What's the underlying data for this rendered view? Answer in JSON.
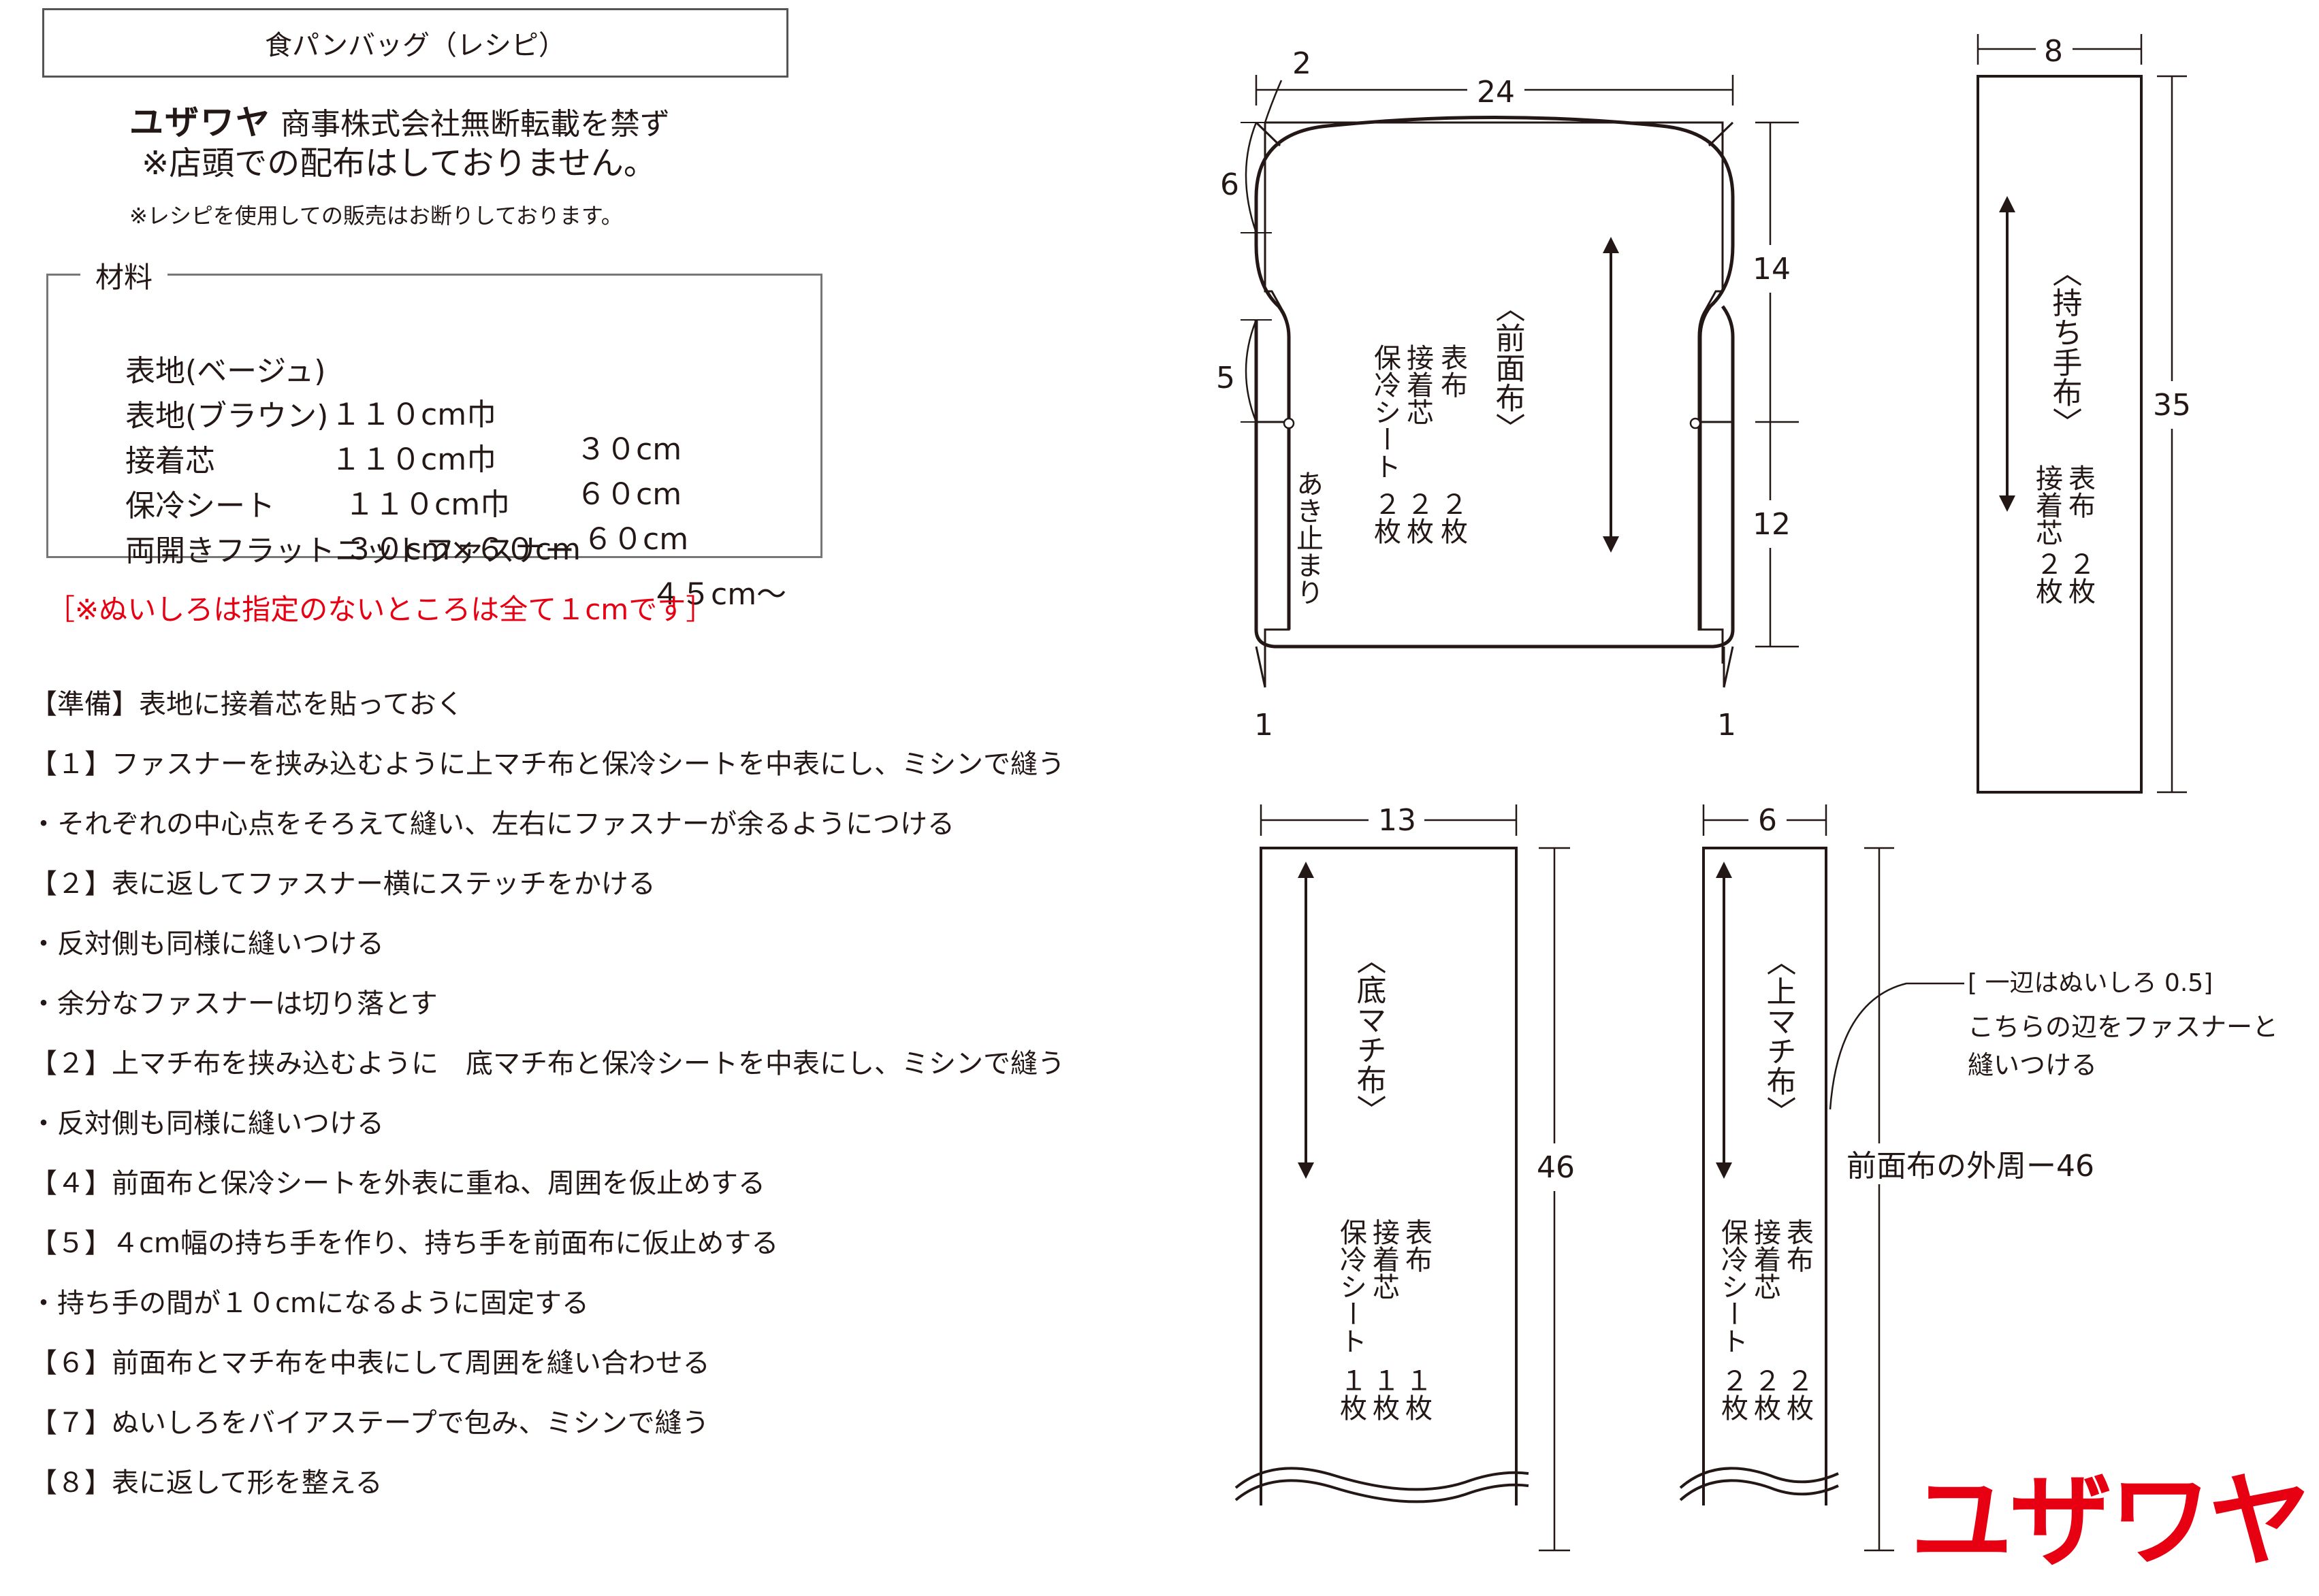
{
  "header": {
    "title": "食パンバッグ（レシピ）",
    "brand_inline": "ユザワヤ",
    "copyright_suffix": "商事株式会社無断転載を禁ず",
    "notice_distribution": "※店頭での配布はしておりません。",
    "notice_sales": "※レシピを使用しての販売はお断りしております。"
  },
  "materials": {
    "title": "材料",
    "items": [
      {
        "name": "表地(ベージュ)",
        "size": "１１０cm巾",
        "amount": "３０cm"
      },
      {
        "name": "表地(ブラウン)",
        "size": "１１０cm巾",
        "amount": "６０cm"
      },
      {
        "name": "接着芯",
        "size": "１１０cm巾",
        "amount": "６０cm"
      },
      {
        "name": "保冷シート",
        "size": "３０cm×６０cm",
        "amount": ""
      },
      {
        "name": "両開きフラットニットファスナー",
        "size": "４５cm～",
        "amount": ""
      }
    ]
  },
  "seam_note": "［※ぬいしろは指定のないところは全て１cmです］",
  "steps": [
    "【準備】表地に接着芯を貼っておく",
    "【１】ファスナーを挟み込むように上マチ布と保冷シートを中表にし、ミシンで縫う",
    "・それぞれの中心点をそろえて縫い、左右にファスナーが余るようにつける",
    "【２】表に返してファスナー横にステッチをかける",
    "・反対側も同様に縫いつける",
    "・余分なファスナーは切り落とす",
    "【２】上マチ布を挟み込むように　底マチ布と保冷シートを中表にし、ミシンで縫う",
    "・反対側も同様に縫いつける",
    "【４】前面布と保冷シートを外表に重ね、周囲を仮止めする",
    "【５】４cm幅の持ち手を作り、持ち手を前面布に仮止めする",
    "・持ち手の間が１０cmになるように固定する",
    "【６】前面布とマチ布を中表にして周囲を縫い合わせる",
    "【７】ぬいしろをバイアステープで包み、ミシンで縫う",
    "【８】表に返して形を整える"
  ],
  "diagram": {
    "front": {
      "label": "〈前面布〉",
      "quantities": [
        {
          "item": "表布",
          "count": "２枚"
        },
        {
          "item": "接着芯",
          "count": "２枚"
        },
        {
          "item": "保冷シート",
          "count": "２枚"
        }
      ],
      "dims": {
        "width": "24",
        "corner": "2",
        "top_curve": "6",
        "side_upper": "5",
        "height_upper": "14",
        "height_lower": "12",
        "seam_left": "1",
        "seam_right": "1"
      },
      "stop_label": "あき止まり"
    },
    "handle": {
      "label": "〈持ち手布〉",
      "quantities": [
        {
          "item": "表布",
          "count": "２枚"
        },
        {
          "item": "接着芯",
          "count": "２枚"
        }
      ],
      "dims": {
        "width": "8",
        "height": "35"
      }
    },
    "bottom_gusset": {
      "label": "〈底マチ布〉",
      "quantities": [
        {
          "item": "表布",
          "count": "１枚"
        },
        {
          "item": "接着芯",
          "count": "１枚"
        },
        {
          "item": "保冷シート",
          "count": "１枚"
        }
      ],
      "dims": {
        "width": "13",
        "height": "46"
      }
    },
    "top_gusset": {
      "label": "〈上マチ布〉",
      "quantities": [
        {
          "item": "表布",
          "count": "２枚"
        },
        {
          "item": "接着芯",
          "count": "２枚"
        },
        {
          "item": "保冷シート",
          "count": "２枚"
        }
      ],
      "dims": {
        "width": "6"
      },
      "note_line1": "[ 一辺はぬいしろ 0.5]",
      "note_line2": "こちらの辺をファスナーと",
      "note_line3": "縫いつける",
      "length_note": "前面布の外周ー46"
    }
  },
  "brand_logo": "ユザワヤ",
  "colors": {
    "accent_red": "#e60012",
    "ink": "#231815"
  }
}
